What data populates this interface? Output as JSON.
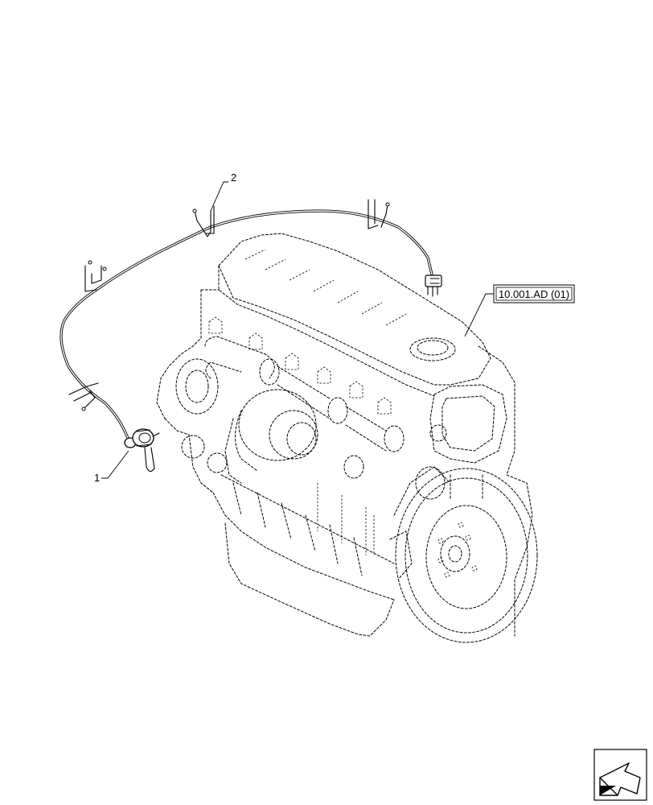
{
  "callouts": [
    {
      "label": "1"
    },
    {
      "label": "2"
    }
  ],
  "reference": {
    "text": "10.001.AD (01)"
  },
  "icons": {
    "nav": "next-page-arrow-icon"
  }
}
